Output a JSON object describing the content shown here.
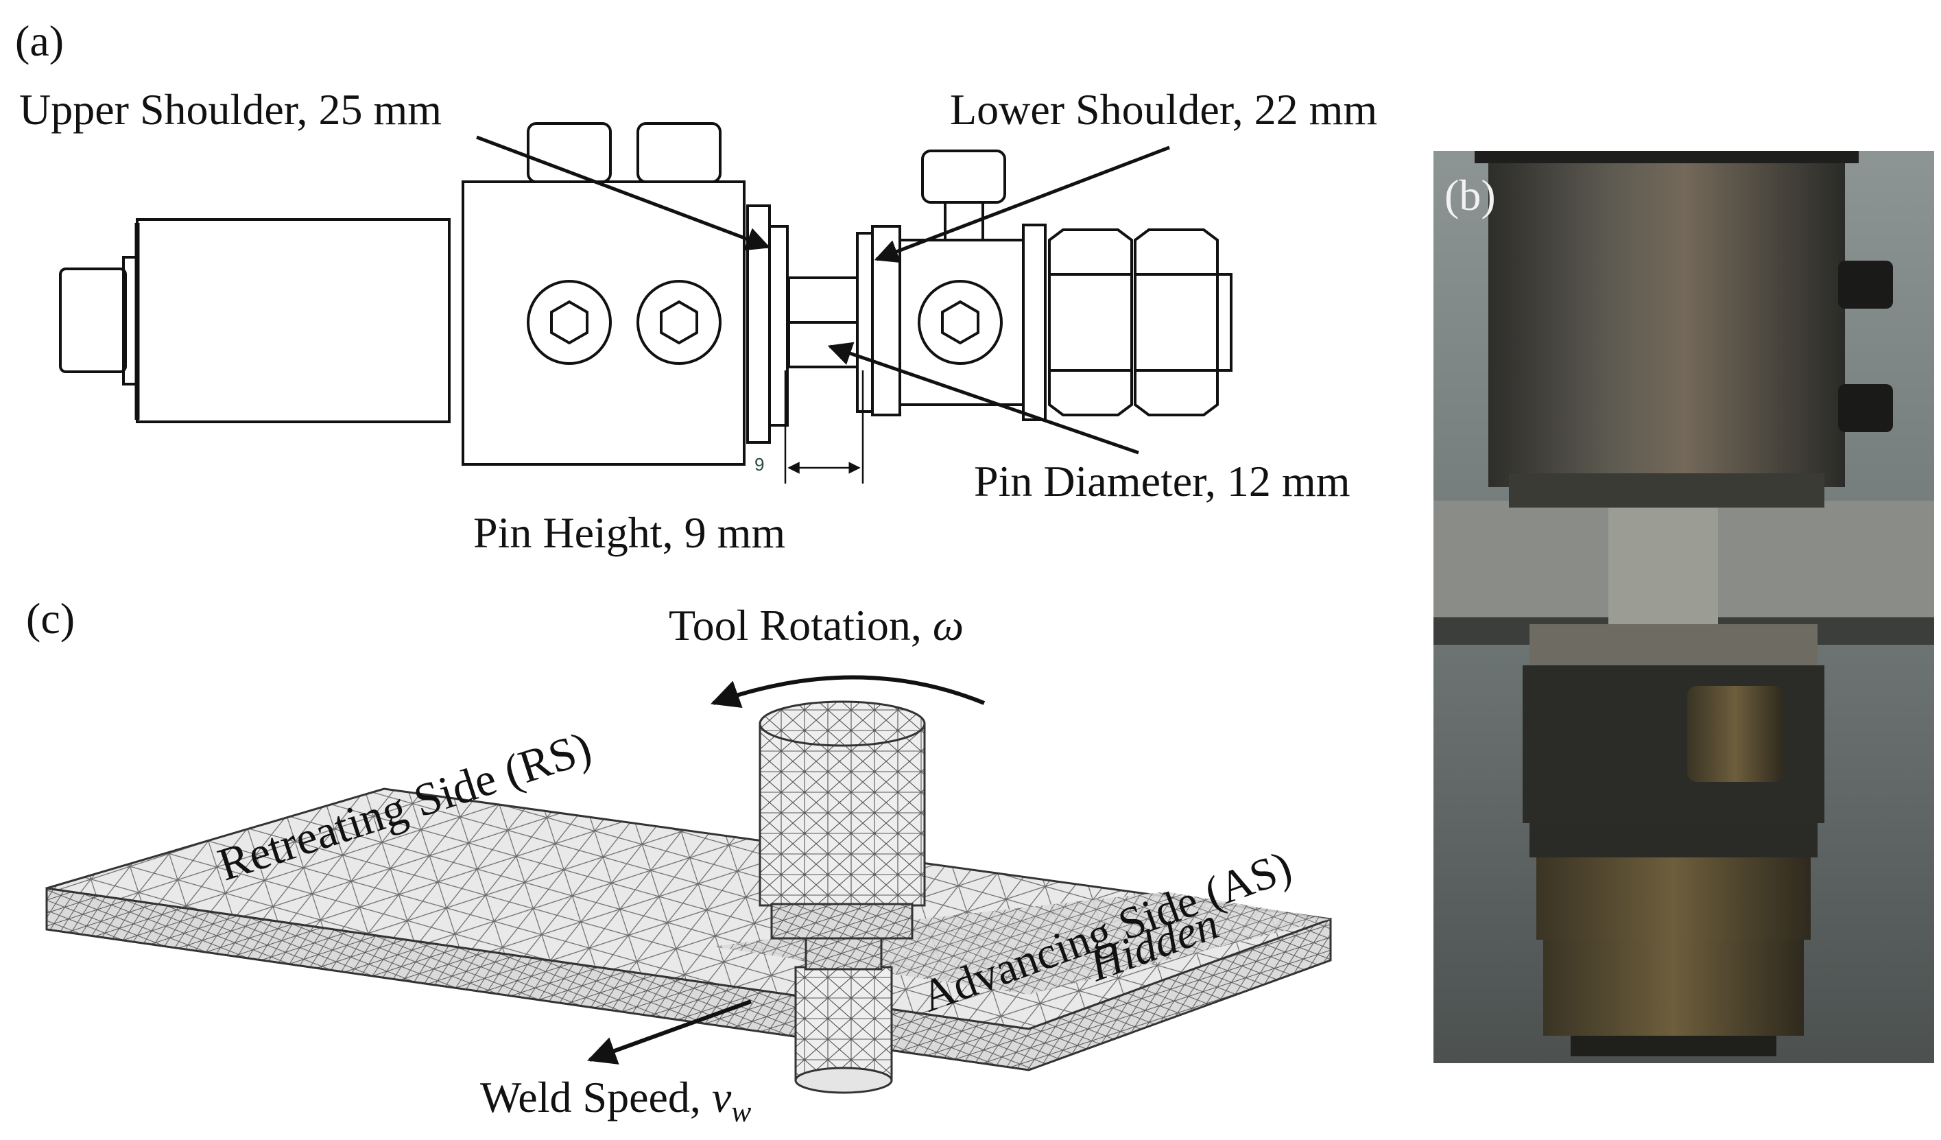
{
  "panel_a": {
    "tag": "(a)",
    "upper_shoulder": "Upper Shoulder, 25 mm",
    "lower_shoulder": "Lower Shoulder, 22 mm",
    "pin_diameter": "Pin Diameter, 12 mm",
    "pin_height": "Pin Height, 9 mm",
    "dim_value": "9"
  },
  "panel_b": {
    "tag": "(b)"
  },
  "panel_c": {
    "tag": "(c)",
    "tool_rotation": "Tool Rotation, ",
    "tool_rotation_symbol": "ω",
    "retreating_side": "Retreating Side (RS)",
    "advancing_side": "Advancing Side (AS)",
    "hidden": "Hidden",
    "weld_speed": "Weld Speed, ",
    "weld_speed_symbol": "v",
    "weld_speed_sub": "w"
  },
  "colors": {
    "line": "#111111",
    "mesh_fill": "#e9e9e9",
    "mesh_line": "#444444",
    "photo_bg": "#6c7373"
  }
}
